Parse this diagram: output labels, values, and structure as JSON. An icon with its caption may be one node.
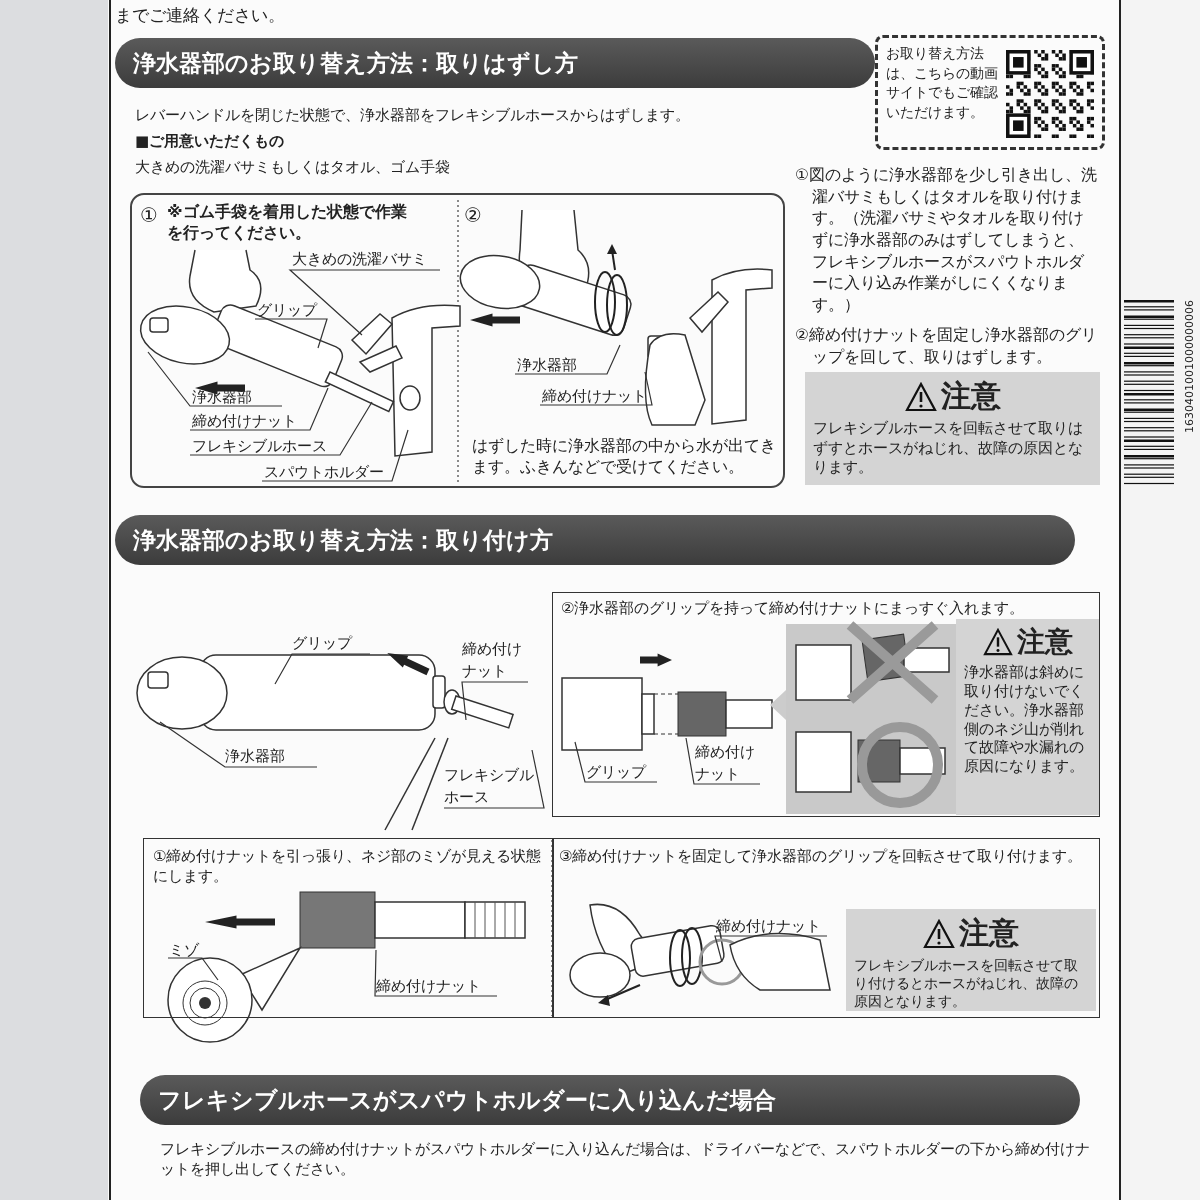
{
  "diagram": {
    "nodes": [
      {
        "text": [
          "浄水器部のお取り替え方法：取りはずし方"
        ]
      },
      {
        "text": [
          "お取り替え方法は、こちらの動画サイトでもご確認いただけます。"
        ]
      },
      {
        "text": [
          "①",
          "※ゴム手袋を着用した状態で作業を行ってください。",
          "②",
          "はずした時に浄水器部の中から水が出てきます。ふきんなどで受けてください。"
        ]
      },
      {
        "text": [
          "大きめの洗濯バサミ"
        ],
        "in": 2
      },
      {
        "text": [
          "グリップ"
        ],
        "in": 2
      },
      {
        "text": [
          "浄水器部"
        ],
        "in": 2
      },
      {
        "text": [
          "締め付けナット"
        ],
        "in": 2
      },
      {
        "text": [
          "フレキシブルホース"
        ],
        "in": 2
      },
      {
        "text": [
          "スパウトホルダー"
        ],
        "in": 2
      },
      {
        "text": [
          "浄水器部"
        ],
        "in": 2
      },
      {
        "text": [
          "締め付けナット"
        ],
        "in": 2
      },
      {
        "text": [
          "注意",
          "フレキシブルホースを回転させて取りはずすとホースがねじれ、故障の原因となります。"
        ]
      },
      {
        "text": [
          "浄水器部のお取り替え方法：取り付け方"
        ]
      },
      {
        "text": [
          "グリップ"
        ]
      },
      {
        "text": [
          "締め付けナット"
        ]
      },
      {
        "text": [
          "浄水器部"
        ]
      },
      {
        "text": [
          "フレキシブルホース"
        ]
      },
      {
        "text": [
          "②浄水器部のグリップを持って締め付けナットにまっすぐ入れます。"
        ]
      },
      {
        "text": [
          "グリップ"
        ],
        "in": 17
      },
      {
        "text": [
          "締め付けナット"
        ],
        "in": 17
      },
      {
        "text": [
          "注意",
          "浄水器部は斜めに取り付けないでください。浄水器部側のネジ山が削れて故障や水漏れの原因になります。"
        ],
        "in": 17
      },
      {
        "text": [
          "①締め付けナットを引っ張り、ネジ部のミゾが見える状態にします。"
        ]
      },
      {
        "text": [
          "ミゾ"
        ],
        "in": 21
      },
      {
        "text": [
          "締め付けナット"
        ],
        "in": 21
      },
      {
        "text": [
          "③締め付けナットを固定して浄水器部のグリップを回転させて取り付けます。"
        ]
      },
      {
        "text": [
          "締め付けナット"
        ],
        "in": 24
      },
      {
        "text": [
          "注意",
          "フレキシブルホースを回転させて取り付けるとホースがねじれ、故障の原因となります。"
        ],
        "in": 24
      },
      {
        "text": [
          "フレキシブルホースがスパウトホルダーに入り込んだ場合"
        ]
      }
    ],
    "edges": [
      {
        "from": 3,
        "to": null,
        "arrow": "none"
      },
      {
        "from": 4,
        "to": null,
        "arrow": "none"
      },
      {
        "from": 5,
        "to": null,
        "arrow": "none"
      },
      {
        "from": 6,
        "to": null,
        "arrow": "none"
      },
      {
        "from": 7,
        "to": null,
        "arrow": "none"
      },
      {
        "from": 8,
        "to": null,
        "arrow": "none"
      },
      {
        "from": 9,
        "to": null,
        "arrow": "none"
      },
      {
        "from": 10,
        "to": null,
        "arrow": "none"
      },
      {
        "from": 13,
        "to": null,
        "arrow": "none"
      },
      {
        "from": 14,
        "to": null,
        "arrow": "none"
      },
      {
        "from": 15,
        "to": null,
        "arrow": "none"
      },
      {
        "from": 16,
        "to": null,
        "arrow": "none"
      },
      {
        "from": 18,
        "to": null,
        "arrow": "none"
      },
      {
        "from": 19,
        "to": null,
        "arrow": "none"
      },
      {
        "from": 22,
        "to": null,
        "arrow": "none"
      },
      {
        "from": 23,
        "to": null,
        "arrow": "none"
      },
      {
        "from": 25,
        "to": null,
        "arrow": "none"
      }
    ],
    "labels": [
      "までご連絡ください。",
      "レバーハンドルを閉じた状態で、浄水器部をフレキシブルホースからはずします。",
      "■ご用意いただくもの",
      "大きめの洗濯バサミもしくはタオル、ゴム手袋",
      "①図のように浄水器部を少し引き出し、洗濯バサミもしくはタオルを取り付けます。（洗濯バサミやタオルを取り付けずに浄水器部のみはずしてしまうと、フレキシブルホースがスパウトホルダーに入り込み作業がしにくくなります。）",
      "②締め付けナットを固定し浄水器部のグリップを回して、取りはずします。",
      "1630401001000000006",
      "フレキシブルホースの締め付けナットがスパウトホルダーに入り込んだ場合は、ドライバーなどで、スパウトホルダーの下から締め付けナットを押し出してください。"
    ]
  }
}
